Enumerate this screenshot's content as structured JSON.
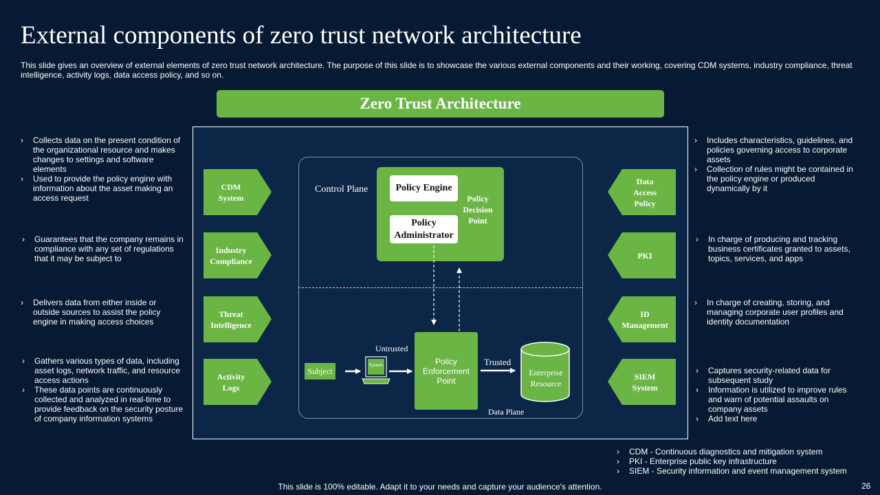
{
  "title": "External components of zero trust network architecture",
  "subtitle": "This slide gives an overview of external elements of zero trust network architecture. The purpose of this slide is to showcase the various external components and their working, covering CDM systems, industry compliance, threat intelligence, activity logs, data access policy, and so on.",
  "banner": "Zero Trust Architecture",
  "diagram": {
    "control_plane": "Control Plane",
    "policy_engine": "Policy Engine",
    "policy_admin_line1": "Policy",
    "policy_admin_line2": "Administrator",
    "pdp_line1": "Policy",
    "pdp_line2": "Decision",
    "pdp_line3": "Point",
    "untrusted": "Untrusted",
    "trusted": "Trusted",
    "subject": "Subject",
    "system": "System",
    "pep_line1": "Policy",
    "pep_line2": "Enforcement",
    "pep_line3": "Point",
    "er_line1": "Enterprise",
    "er_line2": "Resource",
    "data_plane": "Data Plane"
  },
  "left_components": [
    {
      "line1": "CDM",
      "line2": "System"
    },
    {
      "line1": "Industry",
      "line2": "Compliance"
    },
    {
      "line1": "Threat",
      "line2": "Intelligence"
    },
    {
      "line1": "Activity",
      "line2": "Logs"
    }
  ],
  "right_components": [
    {
      "line1": "Data",
      "line2": "Access",
      "line3": "Policy"
    },
    {
      "line1": "PKI"
    },
    {
      "line1": "ID",
      "line2": "Management"
    },
    {
      "line1": "SIEM",
      "line2": "System"
    }
  ],
  "left_texts": [
    [
      "Collects data on the present condition of the organizational resource and makes changes to settings and software elements",
      "Used to provide the policy engine with information about the asset making an access request"
    ],
    [
      "Guarantees that the company remains in compliance with any set of regulations that it may be subject to"
    ],
    [
      "Delivers data from either inside or outside sources to assist the policy engine in making access choices"
    ],
    [
      "Gathers various types of data, including asset logs, network traffic, and resource access actions",
      "These data points are continuously collected and analyzed in real-time to provide feedback on the security posture of company information systems"
    ]
  ],
  "right_texts": [
    [
      "Includes characteristics, guidelines, and policies governing access to corporate assets",
      "Collection of rules might be contained in the policy engine or produced dynamically by it"
    ],
    [
      "In charge of producing and tracking business certificates granted to assets, topics, services, and apps"
    ],
    [
      "In charge of creating, storing, and managing corporate user profiles and identity documentation"
    ],
    [
      "Captures security-related data for subsequent study",
      "Information is utilized to improve rules and warn of potential assaults on company assets",
      "Add text here"
    ]
  ],
  "abbreviations": [
    "CDM - Continuous diagnostics and mitigation system",
    "PKI - Enterprise public key infrastructure",
    "SIEM - Security information and event management system"
  ],
  "bullet_marker": "›",
  "footer": "This slide is 100% editable. Adapt it to your needs and capture your audience's attention.",
  "page_number": "26",
  "colors": {
    "background": "#061a33",
    "accent": "#6bb545",
    "frame": "#0c2647"
  }
}
